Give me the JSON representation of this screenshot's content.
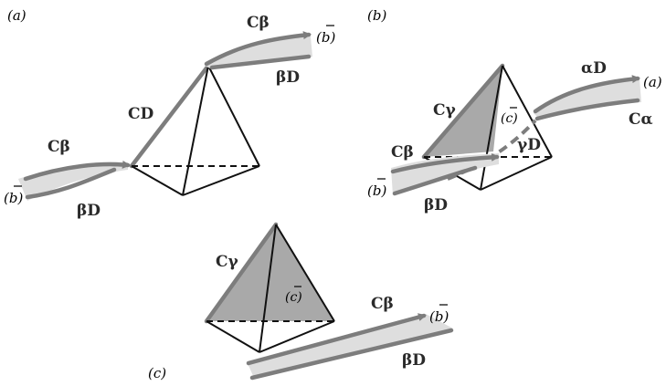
{
  "panel_a": {
    "tag": "(a)",
    "labels": {
      "c_beta_top": "Cβ",
      "beta_d_top": "βD",
      "cd": "CD",
      "c_beta_left": "Cβ",
      "beta_d_left": "βD",
      "b_bar_right": "(b)",
      "b_bar_left": "(b)"
    }
  },
  "panel_b": {
    "tag": "(b)",
    "labels": {
      "alpha_d": "αD",
      "c_alpha": "Cα",
      "a_label": "(a)",
      "c_gamma": "Cγ",
      "c_bar": "(c)",
      "gamma_d": "γD",
      "c_beta": "Cβ",
      "beta_d": "βD",
      "b_bar": "(b)"
    }
  },
  "panel_c": {
    "tag": "(c)",
    "labels": {
      "c_gamma": "Cγ",
      "c_bar": "(c)",
      "c_beta": "Cβ",
      "b_bar": "(b)",
      "beta_d": "βD"
    }
  },
  "colors": {
    "arrow_gray": "#7d7d7d",
    "band_gray": "#dedede",
    "face_gray": "#a9a9a9",
    "edge_black": "#111111"
  }
}
